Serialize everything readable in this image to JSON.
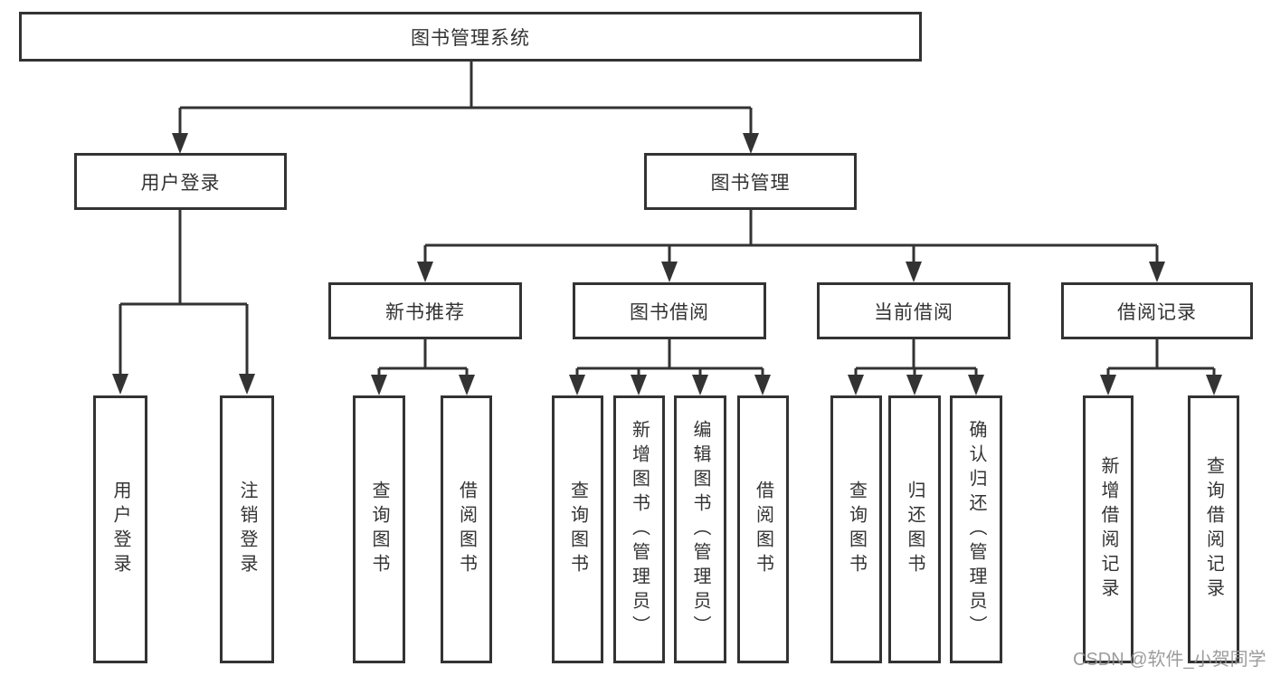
{
  "nodes": {
    "root": "图书管理系统",
    "userLogin": "用户登录",
    "bookMgmt": "图书管理",
    "newBookRec": "新书推荐",
    "bookBorrow": "图书借阅",
    "currentBorrow": "当前借阅",
    "borrowRecord": "借阅记录",
    "leafUserLogin": "用户登录",
    "leafLogout": "注销登录",
    "leafQueryBookRec": "查询图书",
    "leafBorrowBookRec": "借阅图书",
    "leafQueryBookBorrow": "查询图书",
    "leafAddBook": "新增图书（管理员）",
    "leafEditBook": "编辑图书（管理员）",
    "leafBorrowBook": "借阅图书",
    "leafQueryBookCurrent": "查询图书",
    "leafReturnBook": "归还图书",
    "leafConfirmReturn": "确认归还（管理员）",
    "leafAddBorrowRecord": "新增借阅记录",
    "leafQueryBorrowRecord": "查询借阅记录"
  },
  "hierarchy": {
    "图书管理系统": {
      "用户登录": [
        "用户登录",
        "注销登录"
      ],
      "图书管理": {
        "新书推荐": [
          "查询图书",
          "借阅图书"
        ],
        "图书借阅": [
          "查询图书",
          "新增图书（管理员）",
          "编辑图书（管理员）",
          "借阅图书"
        ],
        "当前借阅": [
          "查询图书",
          "归还图书",
          "确认归还（管理员）"
        ],
        "借阅记录": [
          "新增借阅记录",
          "查询借阅记录"
        ]
      }
    }
  },
  "watermark": "CSDN @软件_小贺同学",
  "colors": {
    "line": "#333333",
    "text": "#333333",
    "watermark": "#919191",
    "background": "#ffffff"
  }
}
